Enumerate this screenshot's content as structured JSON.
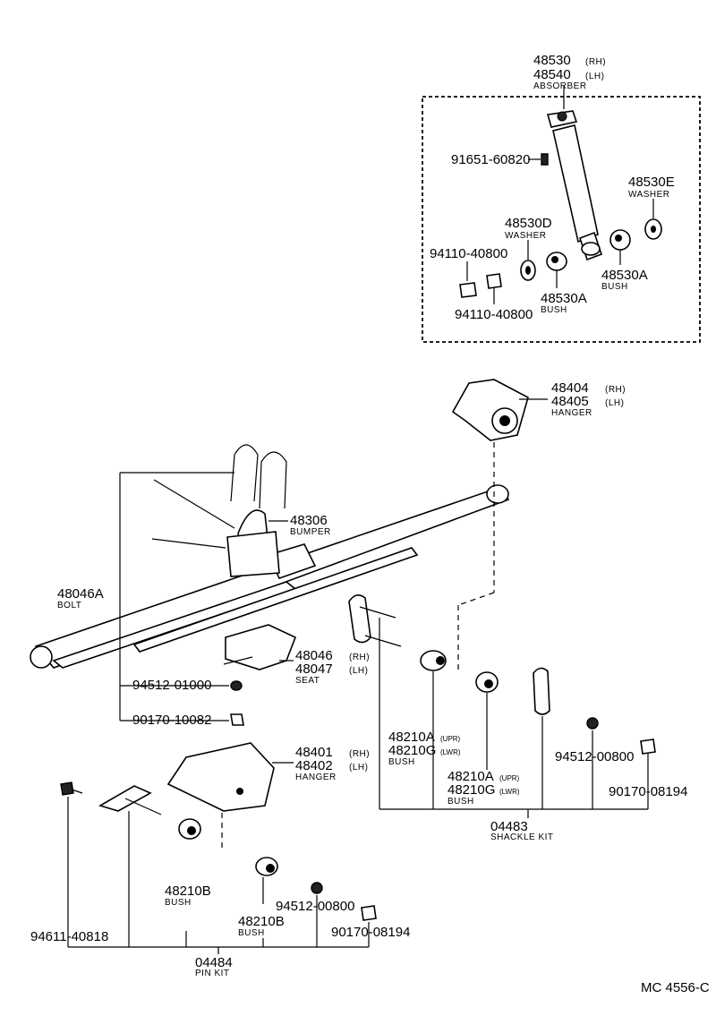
{
  "labels": {
    "absorber_rh": "48530",
    "absorber_rh_side": "(RH)",
    "absorber_lh": "48540",
    "absorber_lh_side": "(LH)",
    "absorber_name": "ABSORBER",
    "bolt_top": "91651-60820",
    "washer_e": "48530E",
    "washer_e_name": "WASHER",
    "washer_d": "48530D",
    "washer_d_name": "WASHER",
    "nut_a": "94110-40800",
    "nut_b": "94110-40800",
    "bush_a1": "48530A",
    "bush_a1_name": "BUSH",
    "bush_a2": "48530A",
    "bush_a2_name": "BUSH",
    "hanger_rh": "48404",
    "hanger_rh_side": "(RH)",
    "hanger_lh": "48405",
    "hanger_lh_side": "(LH)",
    "hanger_name": "HANGER",
    "bumper": "48306",
    "bumper_name": "BUMPER",
    "bolt": "48046A",
    "bolt_name": "BOLT",
    "seat_rh": "48046",
    "seat_rh_side": "(RH)",
    "seat_lh": "48047",
    "seat_lh_side": "(LH)",
    "seat_name": "SEAT",
    "washer_94512": "94512-01000",
    "nut_90170": "90170-10082",
    "hanger2_rh": "48401",
    "hanger2_rh_side": "(RH)",
    "hanger2_lh": "48402",
    "hanger2_lh_side": "(LH)",
    "hanger2_name": "HANGER",
    "bushA_upr_a": "48210A",
    "bushA_upr_a_note": "(UPR)",
    "bushG_lwr_a": "48210G",
    "bushG_lwr_a_note": "(LWR)",
    "bushA_name_a": "BUSH",
    "bushA_upr_b": "48210A",
    "bushA_upr_b_note": "(UPR)",
    "bushG_lwr_b": "48210G",
    "bushG_lwr_b_note": "(LWR)",
    "bushA_name_b": "BUSH",
    "washer_00800_r": "94512-00800",
    "nut_08194_r": "90170-08194",
    "shackle_kit": "04483",
    "shackle_kit_name": "SHACKLE KIT",
    "bolt_94611": "94611-40818",
    "bush_b1": "48210B",
    "bush_b1_name": "BUSH",
    "bush_b2": "48210B",
    "bush_b2_name": "BUSH",
    "washer_00800_l": "94512-00800",
    "nut_08194_l": "90170-08194",
    "pin_kit": "04484",
    "pin_kit_name": "PIN KIT",
    "diagram_code": "MC 4556-C"
  }
}
